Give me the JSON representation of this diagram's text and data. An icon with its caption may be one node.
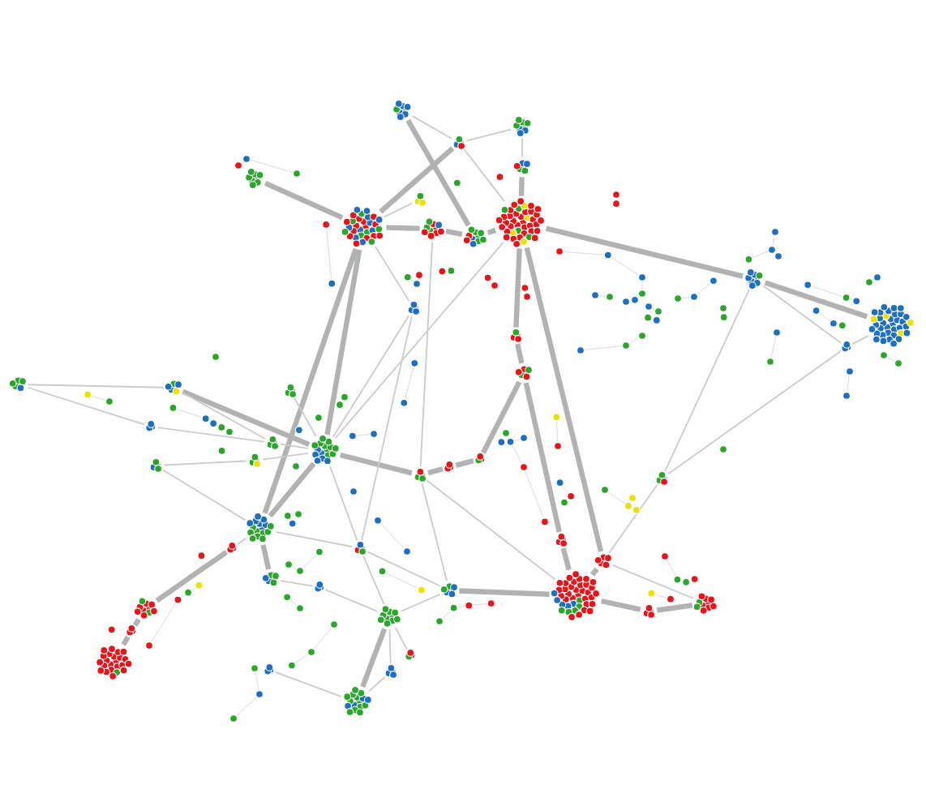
{
  "diagram": {
    "nodes": [
      {
        "text": [],
        "shape": "cluster"
      },
      {
        "text": [],
        "shape": "cluster"
      },
      {
        "text": [],
        "shape": "cluster"
      },
      {
        "text": [],
        "shape": "cluster"
      },
      {
        "text": [],
        "shape": "cluster"
      },
      {
        "text": [],
        "shape": "cluster"
      },
      {
        "text": [],
        "shape": "cluster"
      },
      {
        "text": [],
        "shape": "cluster"
      },
      {
        "text": [],
        "shape": "cluster"
      },
      {
        "text": [],
        "shape": "cluster"
      },
      {
        "text": [],
        "shape": "cluster"
      },
      {
        "text": [],
        "shape": "cluster"
      },
      {
        "text": [],
        "shape": "cluster"
      },
      {
        "text": [],
        "shape": "cluster"
      },
      {
        "text": [],
        "shape": "cluster"
      },
      {
        "text": [],
        "shape": "cluster"
      },
      {
        "text": [],
        "shape": "cluster"
      },
      {
        "text": [],
        "shape": "cluster"
      },
      {
        "text": [],
        "shape": "cluster"
      },
      {
        "text": [],
        "shape": "cluster"
      },
      {
        "text": [],
        "shape": "cluster"
      },
      {
        "text": [],
        "shape": "cluster"
      },
      {
        "text": [],
        "shape": "cluster"
      },
      {
        "text": [],
        "shape": "cluster"
      },
      {
        "text": [],
        "shape": "cluster"
      },
      {
        "text": [],
        "shape": "cluster"
      },
      {
        "text": [],
        "shape": "cluster"
      },
      {
        "text": [],
        "shape": "cluster"
      },
      {
        "text": [],
        "shape": "cluster"
      },
      {
        "text": [],
        "shape": "cluster"
      },
      {
        "text": [],
        "shape": "cluster"
      },
      {
        "text": [],
        "shape": "cluster"
      },
      {
        "text": [],
        "shape": "cluster"
      },
      {
        "text": [],
        "shape": "cluster"
      },
      {
        "text": [],
        "shape": "cluster"
      },
      {
        "text": [],
        "shape": "cluster"
      },
      {
        "text": [],
        "shape": "cluster"
      },
      {
        "text": [],
        "shape": "cluster"
      },
      {
        "text": [],
        "shape": "cluster"
      },
      {
        "text": [],
        "shape": "cluster"
      },
      {
        "text": [],
        "shape": "cluster"
      },
      {
        "text": [],
        "shape": "cluster"
      },
      {
        "text": [],
        "shape": "cluster"
      },
      {
        "text": [],
        "shape": "cluster"
      },
      {
        "text": [],
        "shape": "cluster"
      },
      {
        "text": [],
        "shape": "cluster"
      },
      {
        "text": [],
        "shape": "cluster"
      }
    ],
    "edges": [
      {
        "from": 0,
        "to": 8,
        "arrow": "none",
        "style": "thick"
      },
      {
        "from": 1,
        "to": 2,
        "arrow": "none"
      },
      {
        "from": 1,
        "to": 3,
        "arrow": "none"
      },
      {
        "from": 3,
        "to": 9,
        "arrow": "none",
        "style": "thick"
      },
      {
        "from": 2,
        "to": 6,
        "arrow": "none",
        "style": "thick"
      },
      {
        "from": 2,
        "to": 9,
        "arrow": "none"
      },
      {
        "from": 4,
        "to": 6,
        "arrow": "none",
        "style": "thick"
      },
      {
        "from": 5,
        "to": 6,
        "arrow": "none"
      },
      {
        "from": 6,
        "to": 7,
        "arrow": "none",
        "style": "thick"
      },
      {
        "from": 7,
        "to": 8,
        "arrow": "none",
        "style": "thick"
      },
      {
        "from": 8,
        "to": 9,
        "arrow": "none",
        "style": "thick"
      },
      {
        "from": 9,
        "to": 10,
        "arrow": "none",
        "style": "thick"
      },
      {
        "from": 10,
        "to": 12,
        "arrow": "none",
        "style": "thick"
      },
      {
        "from": 12,
        "to": 14,
        "arrow": "none"
      },
      {
        "from": 9,
        "to": 13,
        "arrow": "none",
        "style": "thick"
      },
      {
        "from": 13,
        "to": 15,
        "arrow": "none",
        "style": "thick"
      },
      {
        "from": 15,
        "to": 31,
        "arrow": "none",
        "style": "thick"
      },
      {
        "from": 31,
        "to": 35,
        "arrow": "none",
        "style": "thick"
      },
      {
        "from": 9,
        "to": 36,
        "arrow": "none",
        "style": "thick"
      },
      {
        "from": 35,
        "to": 36,
        "arrow": "none",
        "style": "thick"
      },
      {
        "from": 6,
        "to": 11,
        "arrow": "none"
      },
      {
        "from": 6,
        "to": 23,
        "arrow": "none",
        "style": "thick"
      },
      {
        "from": 6,
        "to": 29,
        "arrow": "none",
        "style": "thick"
      },
      {
        "from": 7,
        "to": 24,
        "arrow": "none"
      },
      {
        "from": 16,
        "to": 17,
        "arrow": "none"
      },
      {
        "from": 17,
        "to": 23,
        "arrow": "none",
        "style": "thick"
      },
      {
        "from": 18,
        "to": 23,
        "arrow": "none"
      },
      {
        "from": 19,
        "to": 22,
        "arrow": "none"
      },
      {
        "from": 20,
        "to": 21,
        "arrow": "none"
      },
      {
        "from": 21,
        "to": 23,
        "arrow": "none"
      },
      {
        "from": 22,
        "to": 23,
        "arrow": "none"
      },
      {
        "from": 23,
        "to": 24,
        "arrow": "none",
        "style": "thick"
      },
      {
        "from": 24,
        "to": 25,
        "arrow": "none",
        "style": "thick"
      },
      {
        "from": 25,
        "to": 26,
        "arrow": "none",
        "style": "thick"
      },
      {
        "from": 26,
        "to": 15,
        "arrow": "none",
        "style": "thick"
      },
      {
        "from": 23,
        "to": 29,
        "arrow": "none",
        "style": "thick"
      },
      {
        "from": 28,
        "to": 29,
        "arrow": "none"
      },
      {
        "from": 28,
        "to": 37,
        "arrow": "none",
        "style": "thick"
      },
      {
        "from": 37,
        "to": 41,
        "arrow": "none",
        "style": "thick"
      },
      {
        "from": 41,
        "to": 42,
        "arrow": "none",
        "style": "thick"
      },
      {
        "from": 29,
        "to": 32,
        "arrow": "none",
        "style": "thick"
      },
      {
        "from": 32,
        "to": 33,
        "arrow": "none"
      },
      {
        "from": 33,
        "to": 38,
        "arrow": "none"
      },
      {
        "from": 23,
        "to": 30,
        "arrow": "none"
      },
      {
        "from": 30,
        "to": 38,
        "arrow": "none"
      },
      {
        "from": 38,
        "to": 46,
        "arrow": "none",
        "style": "thick"
      },
      {
        "from": 44,
        "to": 46,
        "arrow": "none"
      },
      {
        "from": 43,
        "to": 46,
        "arrow": "none"
      },
      {
        "from": 38,
        "to": 45,
        "arrow": "none"
      },
      {
        "from": 34,
        "to": 38,
        "arrow": "none"
      },
      {
        "from": 34,
        "to": 35,
        "arrow": "none",
        "style": "thick"
      },
      {
        "from": 24,
        "to": 34,
        "arrow": "none"
      },
      {
        "from": 35,
        "to": 39,
        "arrow": "none",
        "style": "thick"
      },
      {
        "from": 39,
        "to": 40,
        "arrow": "none",
        "style": "thick"
      },
      {
        "from": 36,
        "to": 40,
        "arrow": "none"
      },
      {
        "from": 27,
        "to": 36,
        "arrow": "none"
      },
      {
        "from": 14,
        "to": 27,
        "arrow": "none"
      },
      {
        "from": 11,
        "to": 30,
        "arrow": "none"
      },
      {
        "from": 9,
        "to": 23,
        "arrow": "none"
      },
      {
        "from": 11,
        "to": 23,
        "arrow": "none"
      },
      {
        "from": 0,
        "to": 2,
        "arrow": "none"
      },
      {
        "from": 10,
        "to": 27,
        "arrow": "none"
      },
      {
        "from": 20,
        "to": 29,
        "arrow": "none"
      },
      {
        "from": 17,
        "to": 22,
        "arrow": "none"
      },
      {
        "from": 16,
        "to": 19,
        "arrow": "none"
      },
      {
        "from": 29,
        "to": 30,
        "arrow": "none"
      },
      {
        "from": 30,
        "to": 34,
        "arrow": "none"
      },
      {
        "from": 38,
        "to": 44,
        "arrow": "none"
      },
      {
        "from": 24,
        "to": 35,
        "arrow": "none"
      },
      {
        "from": 10,
        "to": 14,
        "arrow": "none"
      }
    ]
  }
}
